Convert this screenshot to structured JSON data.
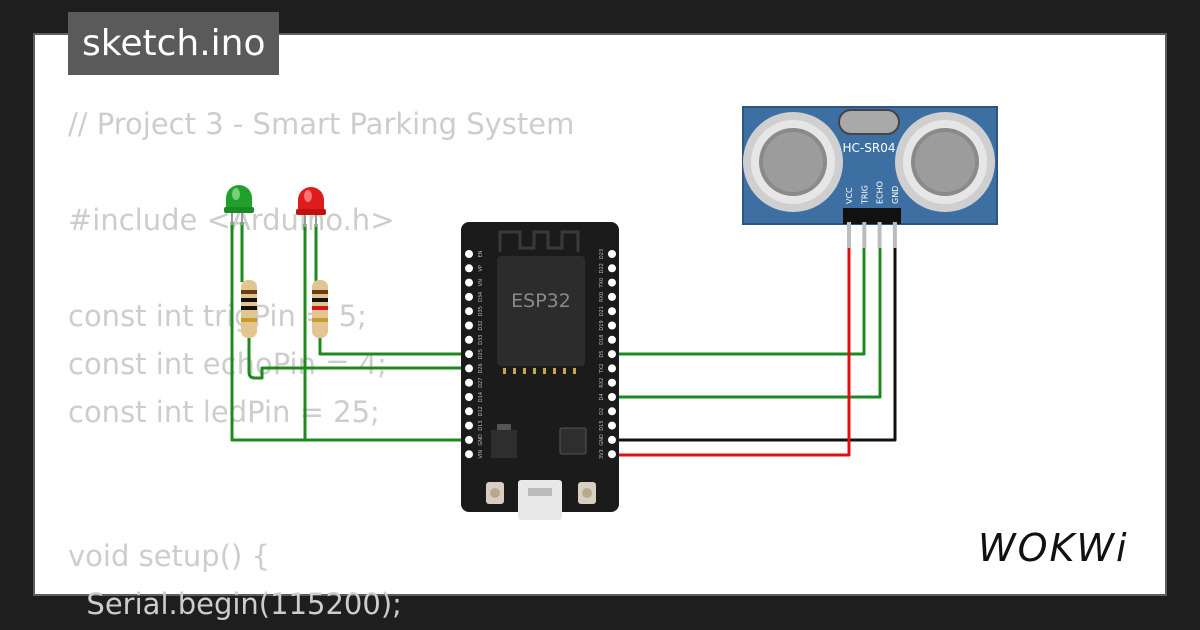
{
  "tab": {
    "filename": "sketch.ino"
  },
  "code": {
    "lines": [
      "// Project 3 - Smart Parking System",
      "",
      "#include <Arduino.h>",
      "",
      "const int trigPin = 5;",
      "const int echoPin = 4;",
      "const int ledPin = 25;",
      "",
      "",
      "void setup() {",
      "  Serial.begin(115200);"
    ]
  },
  "components": {
    "esp32_label": "ESP32",
    "sensor_label": "HC-SR04",
    "sensor_pins": [
      "VCC",
      "TRIG",
      "ECHO",
      "GND"
    ],
    "esp32_left_pins": [
      "EN",
      "VP",
      "VN",
      "D34",
      "D35",
      "D32",
      "D33",
      "D25",
      "D26",
      "D27",
      "D14",
      "D12",
      "D13",
      "GND",
      "VIN"
    ],
    "esp32_right_pins": [
      "D23",
      "D22",
      "TX0",
      "RX0",
      "D21",
      "D19",
      "D18",
      "D5",
      "TX2",
      "RX2",
      "D4",
      "D2",
      "D15",
      "GND",
      "3V3"
    ],
    "led_colors": {
      "green": "#22a02c",
      "red": "#e01b1b"
    }
  },
  "wire_colors": {
    "signal": "#1c8a1c",
    "power": "#e01010",
    "ground": "#111111"
  },
  "brand": {
    "logo": "WOKWi"
  }
}
